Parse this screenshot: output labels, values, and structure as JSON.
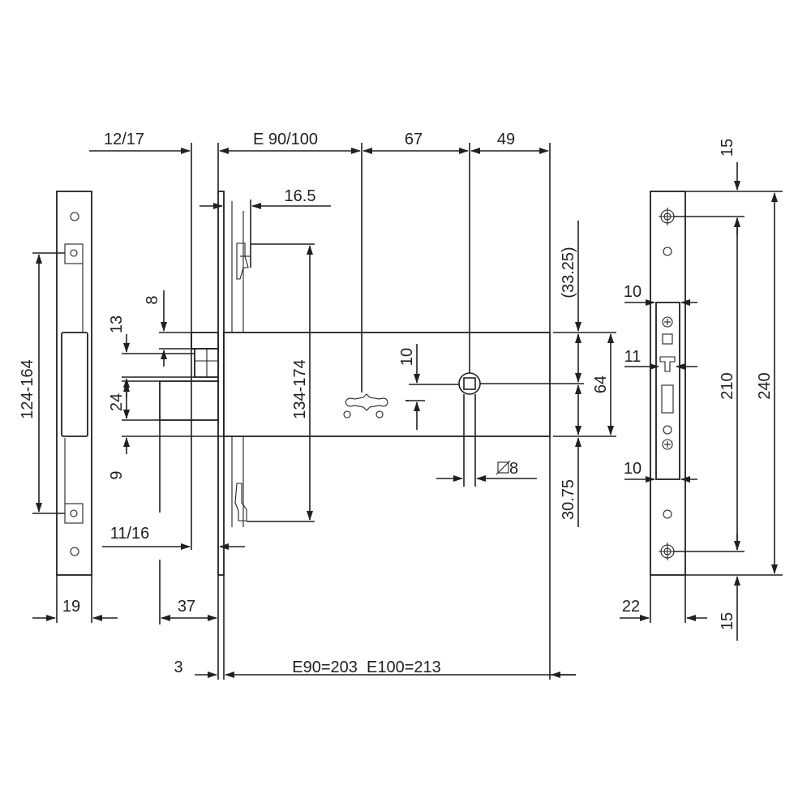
{
  "dimensions": {
    "backset_12_17": "12/17",
    "e_90_100": "E 90/100",
    "d_67": "67",
    "d_49": "49",
    "d_16_5": "16.5",
    "d_33_25": "(33.25)",
    "d_8": "8",
    "d_13": "13",
    "d_10_v": "10",
    "d_24": "24",
    "d_134_174": "134-174",
    "d_64": "64",
    "d_9": "9",
    "d_square_8": "8",
    "d_30_75": "30.75",
    "d_11_16": "11/16",
    "d_124_164": "124-164",
    "d_19": "19",
    "d_37": "37",
    "d_3": "3",
    "d_total": "E90=203  E100=213",
    "d_15_top": "15",
    "d_10_top": "10",
    "d_11": "11",
    "d_210": "210",
    "d_240": "240",
    "d_10_bottom": "10",
    "d_22": "22",
    "d_15_bottom": "15"
  },
  "colors": {
    "line": "#231f20",
    "background": "#ffffff"
  },
  "icons": [
    "square-spindle-icon",
    "diameter-symbol-icon",
    "phillips-screw-icon",
    "arrowhead-icon"
  ]
}
